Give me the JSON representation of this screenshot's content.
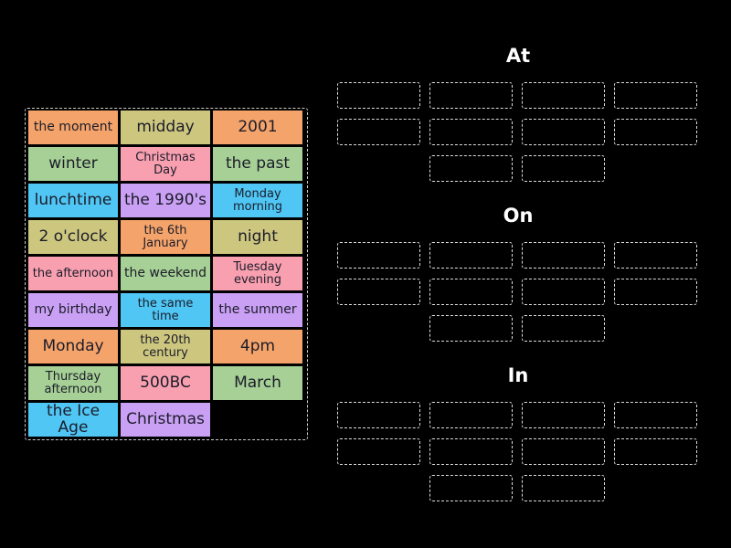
{
  "colors": {
    "orange": "#f4a46a",
    "olive": "#cdc67e",
    "green": "#a6d095",
    "pink": "#f8a0b0",
    "cyan": "#4fc6f4",
    "purple": "#caa0f4"
  },
  "tiles": [
    {
      "text": "the moment",
      "color": "orange",
      "size": "mid"
    },
    {
      "text": "midday",
      "color": "olive",
      "size": "big"
    },
    {
      "text": "2001",
      "color": "orange",
      "size": "big"
    },
    {
      "text": "winter",
      "color": "green",
      "size": "big"
    },
    {
      "text": "Christmas Day",
      "color": "pink",
      "size": "small"
    },
    {
      "text": "the past",
      "color": "green",
      "size": "big"
    },
    {
      "text": "lunchtime",
      "color": "cyan",
      "size": "big"
    },
    {
      "text": "the 1990's",
      "color": "purple",
      "size": "big"
    },
    {
      "text": "Monday morning",
      "color": "cyan",
      "size": "small"
    },
    {
      "text": "2 o'clock",
      "color": "olive",
      "size": "big"
    },
    {
      "text": "the 6th January",
      "color": "orange",
      "size": "small"
    },
    {
      "text": "night",
      "color": "olive",
      "size": "big"
    },
    {
      "text": "the afternoon",
      "color": "pink",
      "size": "small"
    },
    {
      "text": "the weekend",
      "color": "green",
      "size": "mid"
    },
    {
      "text": "Tuesday evening",
      "color": "pink",
      "size": "small"
    },
    {
      "text": "my birthday",
      "color": "purple",
      "size": "mid"
    },
    {
      "text": "the same time",
      "color": "cyan",
      "size": "small"
    },
    {
      "text": "the summer",
      "color": "purple",
      "size": "mid"
    },
    {
      "text": "Monday",
      "color": "orange",
      "size": "big"
    },
    {
      "text": "the 20th century",
      "color": "olive",
      "size": "small"
    },
    {
      "text": "4pm",
      "color": "orange",
      "size": "big"
    },
    {
      "text": "Thursday afternoon",
      "color": "green",
      "size": "small"
    },
    {
      "text": "500BC",
      "color": "pink",
      "size": "big"
    },
    {
      "text": "March",
      "color": "green",
      "size": "big"
    },
    {
      "text": "the Ice Age",
      "color": "cyan",
      "size": "big"
    },
    {
      "text": "Christmas",
      "color": "purple",
      "size": "big"
    }
  ],
  "groups": [
    {
      "title": "At"
    },
    {
      "title": "On"
    },
    {
      "title": "In"
    }
  ]
}
